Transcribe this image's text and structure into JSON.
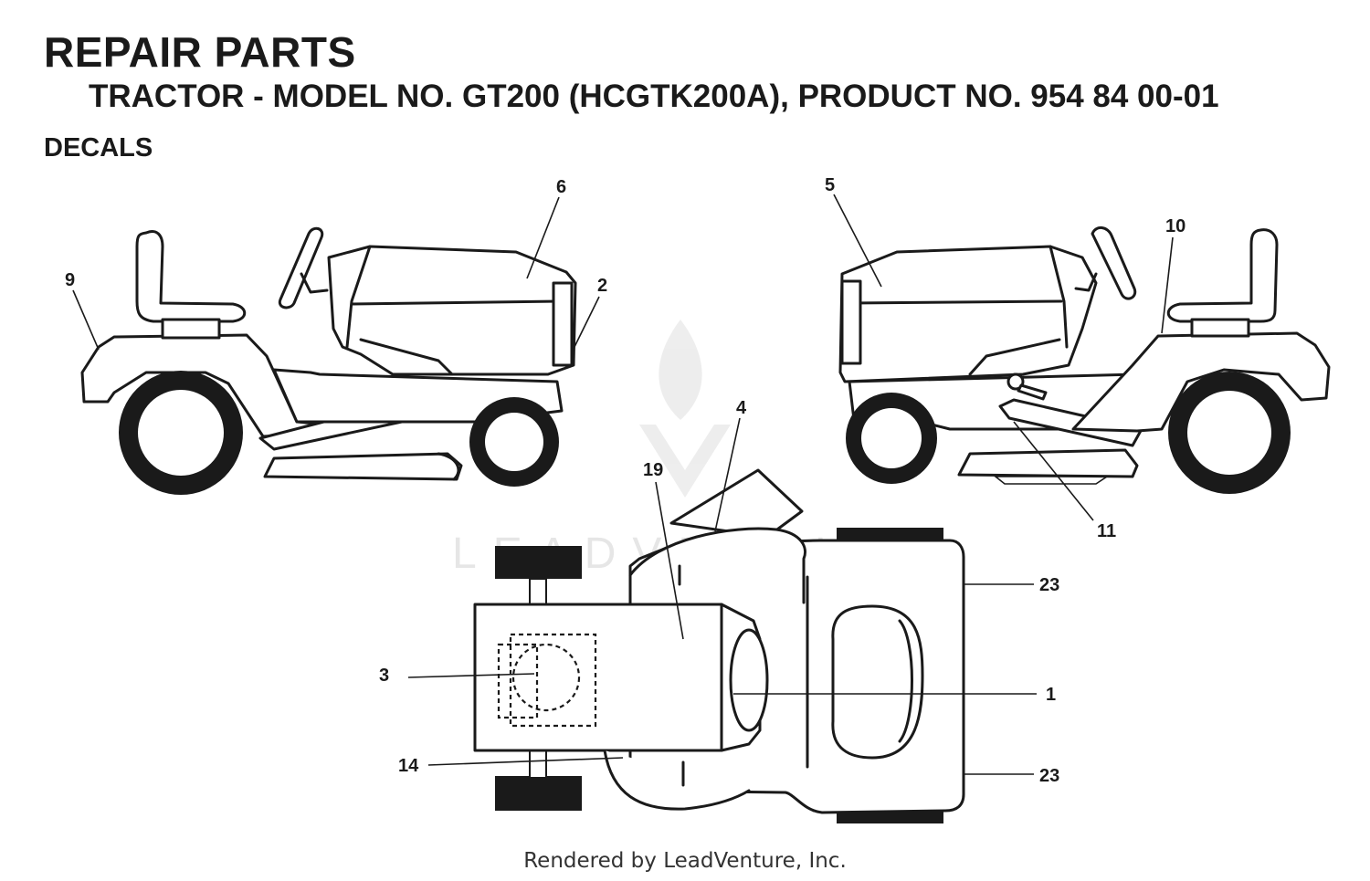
{
  "header": {
    "title": "REPAIR PARTS",
    "subtitle": "TRACTOR - MODEL NO. GT200 (HCGTK200A), PRODUCT NO. 954 84 00-01",
    "section": "DECALS"
  },
  "watermark": "LEADVENTURE",
  "callouts": {
    "c1": "1",
    "c2": "2",
    "c3": "3",
    "c4": "4",
    "c5": "5",
    "c6": "6",
    "c9": "9",
    "c10": "10",
    "c11": "11",
    "c14": "14",
    "c19": "19",
    "c23a": "23",
    "c23b": "23"
  },
  "footer": "Rendered by LeadVenture, Inc."
}
